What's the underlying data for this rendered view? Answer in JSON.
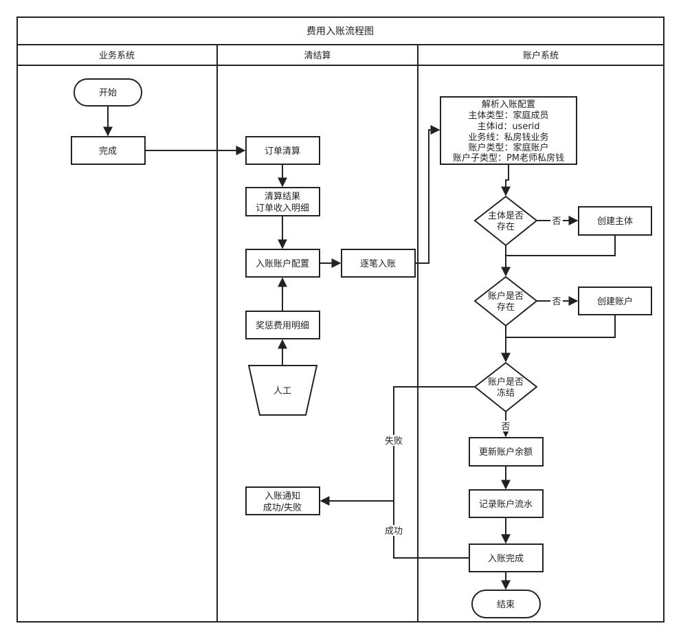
{
  "title": "费用入账流程图",
  "lanes": {
    "business": "业务系统",
    "clearing": "清结算",
    "account": "账户系统"
  },
  "nodes": {
    "start": "开始",
    "complete": "完成",
    "order_clearing": "订单清算",
    "clearing_result": [
      "清算结果",
      "订单收入明细"
    ],
    "account_config": "入账账户配置",
    "reward_penalty": "奖惩费用明细",
    "manual": "人工",
    "itemized": "逐笔入账",
    "parse_config": [
      "解析入账配置",
      "主体类型：家庭成员",
      "主体id：userid",
      "业务线：私房钱业务",
      "账户类型：家庭账户",
      "账户子类型：PM老师私房钱"
    ],
    "subject_exists": [
      "主体是否",
      "存在"
    ],
    "create_subject": "创建主体",
    "account_exists": [
      "账户是否",
      "存在"
    ],
    "create_account": "创建账户",
    "account_frozen": [
      "账户是否",
      "冻结"
    ],
    "update_balance": "更新账户余额",
    "record_flow": "记录账户流水",
    "posting_done": "入账完成",
    "end": "结束",
    "notify": [
      "入账通知",
      "成功/失败"
    ]
  },
  "edge_labels": {
    "no1": "否",
    "no2": "否",
    "no3": "否",
    "fail": "失败",
    "success": "成功"
  }
}
